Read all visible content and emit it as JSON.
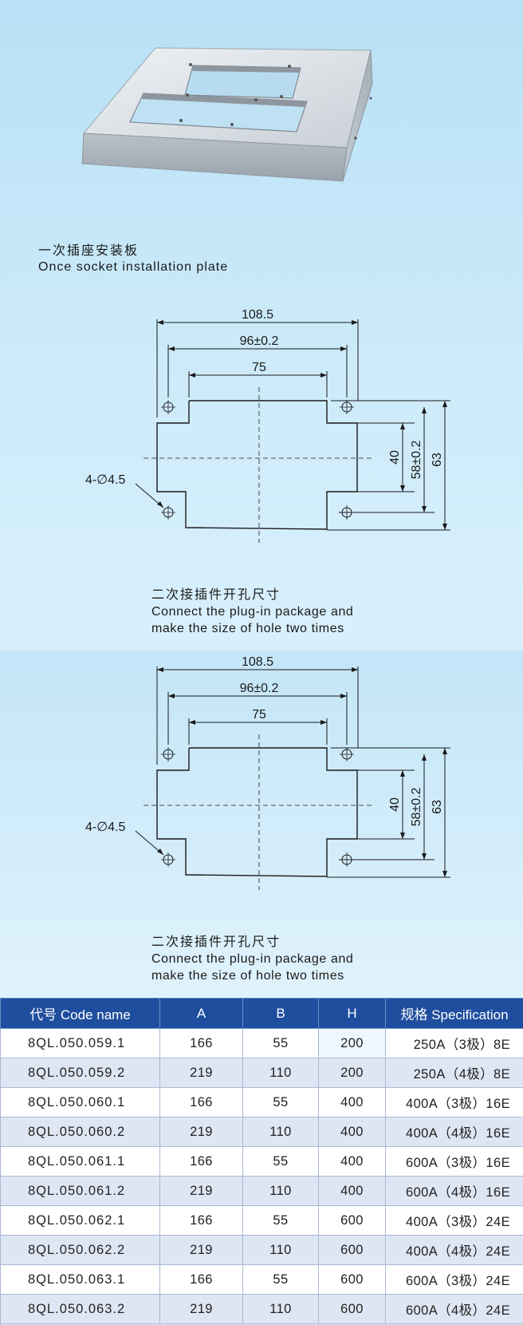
{
  "caption": {
    "title_zh": "一次插座安装板",
    "title_en": "Once socket installation plate"
  },
  "drawing": {
    "dim_overall": "108.5",
    "dim_holes": "96±0.2",
    "dim_cutout": "75",
    "dim_height_inner": "40",
    "dim_height_holes": "58±0.2",
    "dim_height_overall": "63",
    "hole_callout": "4-∅4.5"
  },
  "note": {
    "title_zh": "二次接插件开孔尺寸",
    "line1_en": "Connect the plug-in package and",
    "line2_en": "make the size of hole two times"
  },
  "table": {
    "headers": {
      "code": "代号 Code name",
      "a": "A",
      "b": "B",
      "h": "H",
      "spec": "规格 Specification"
    },
    "rows": [
      {
        "code": "8QL.050.059.1",
        "a": "166",
        "b": "55",
        "h": "200",
        "spec": "250A（3极）8E"
      },
      {
        "code": "8QL.050.059.2",
        "a": "219",
        "b": "110",
        "h": "200",
        "spec": "250A（4极）8E"
      },
      {
        "code": "8QL.050.060.1",
        "a": "166",
        "b": "55",
        "h": "400",
        "spec": "400A（3极）16E"
      },
      {
        "code": "8QL.050.060.2",
        "a": "219",
        "b": "110",
        "h": "400",
        "spec": "400A（4极）16E"
      },
      {
        "code": "8QL.050.061.1",
        "a": "166",
        "b": "55",
        "h": "400",
        "spec": "600A（3极）16E"
      },
      {
        "code": "8QL.050.061.2",
        "a": "219",
        "b": "110",
        "h": "400",
        "spec": "600A（4极）16E"
      },
      {
        "code": "8QL.050.062.1",
        "a": "166",
        "b": "55",
        "h": "600",
        "spec": "400A（3极）24E"
      },
      {
        "code": "8QL.050.062.2",
        "a": "219",
        "b": "110",
        "h": "600",
        "spec": "400A（4极）24E"
      },
      {
        "code": "8QL.050.063.1",
        "a": "166",
        "b": "55",
        "h": "600",
        "spec": "600A（3极）24E"
      },
      {
        "code": "8QL.050.063.2",
        "a": "219",
        "b": "110",
        "h": "600",
        "spec": "600A（4极）24E"
      }
    ]
  },
  "colors": {
    "header_bg": "#1f4e9e",
    "row_alt_bg": "#dfe6f3",
    "background": "#c9e9f9"
  }
}
